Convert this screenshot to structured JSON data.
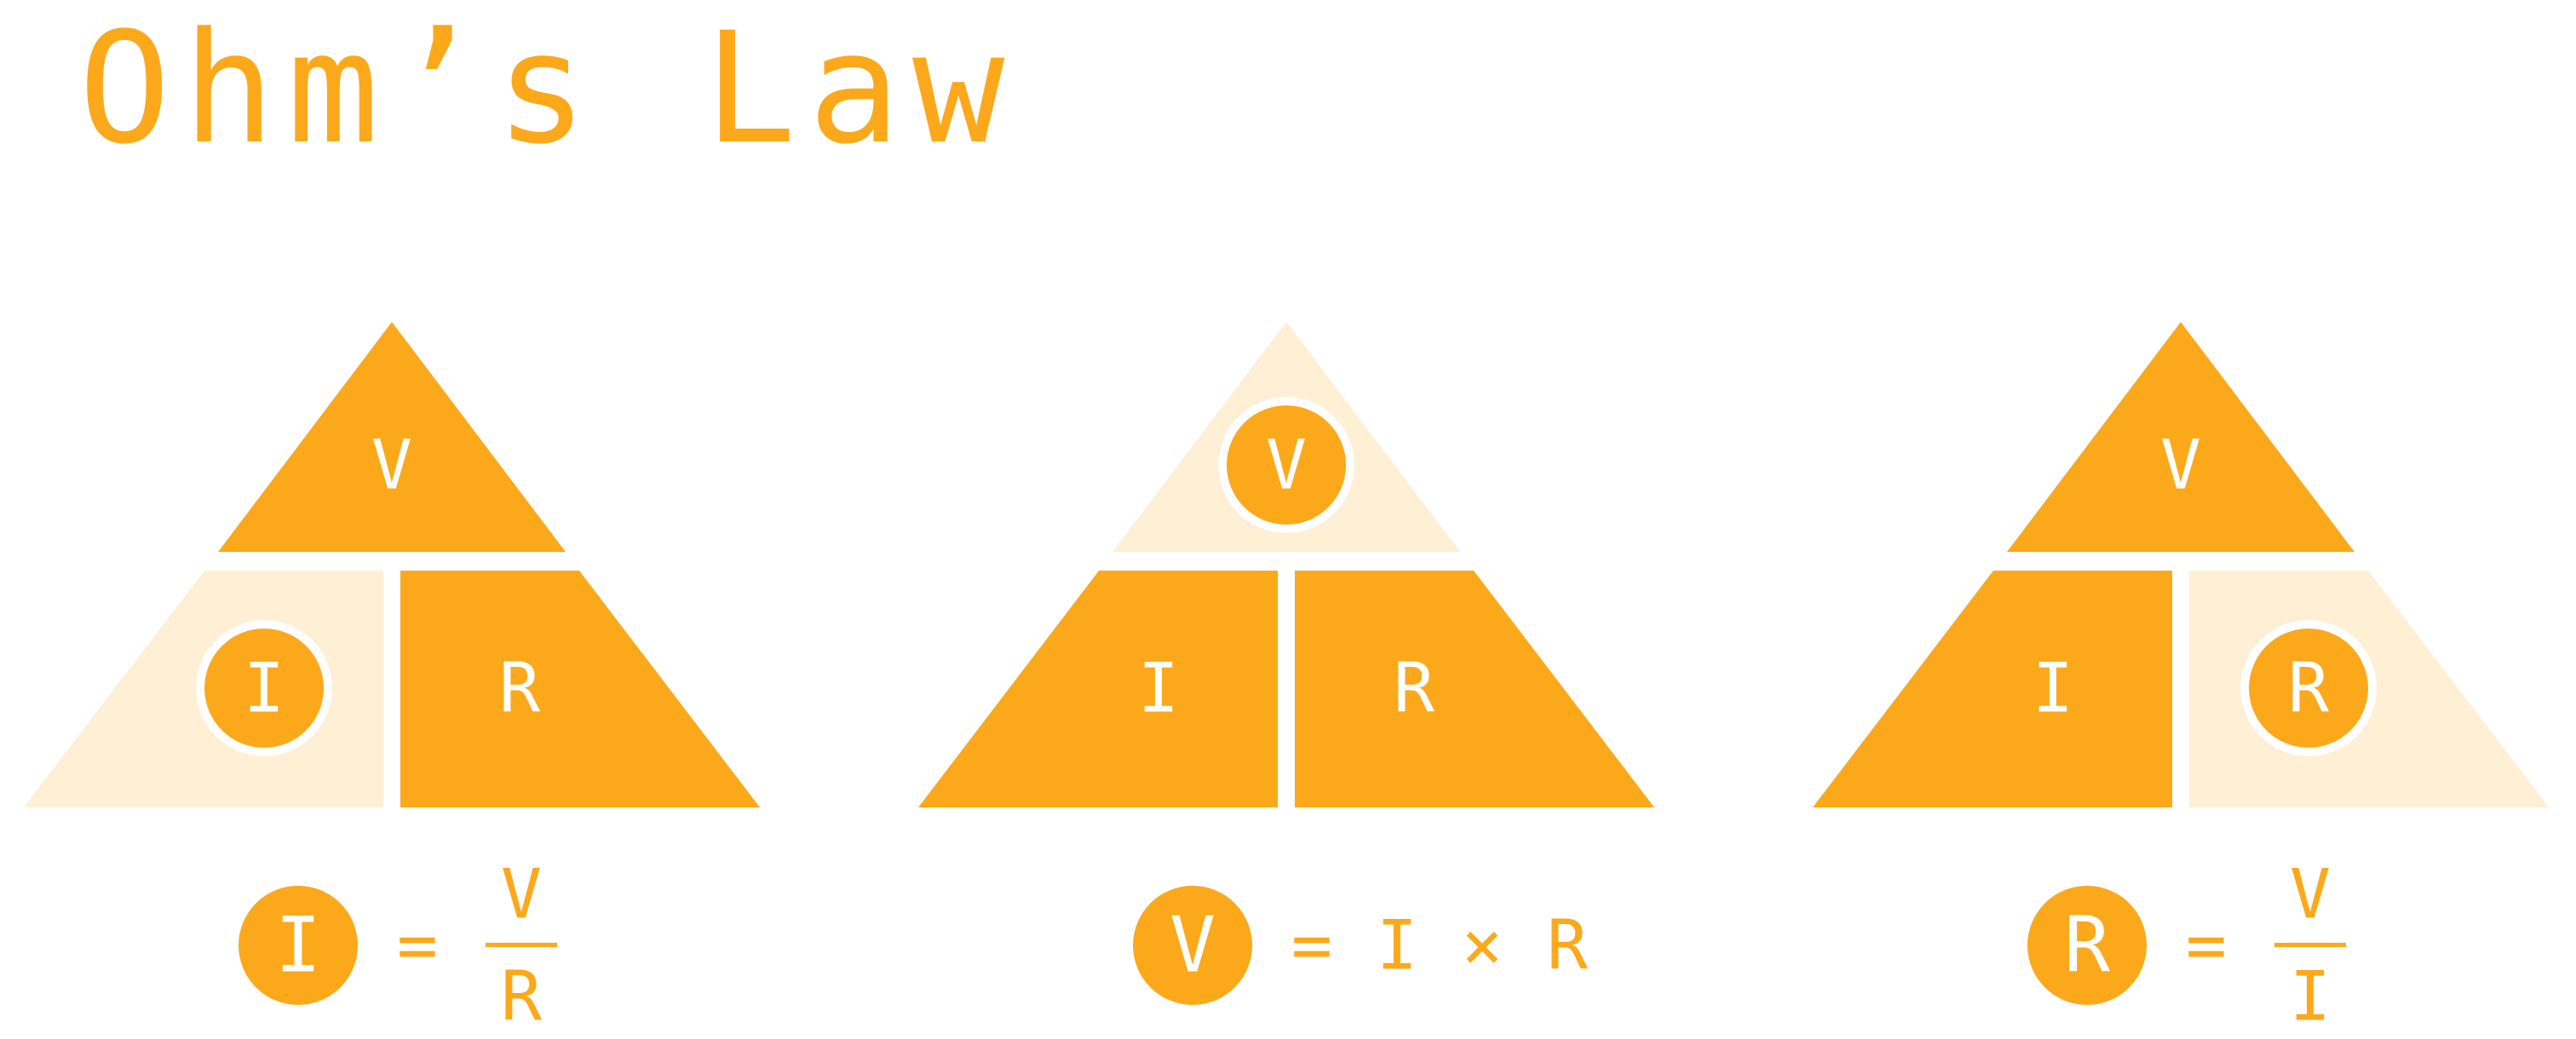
{
  "title": "Ohm’s Law",
  "colors": {
    "primary": "#fba91b",
    "highlight_bg": "#feefd5",
    "text_on_primary": "#ffffff"
  },
  "triangles": [
    {
      "highlighted": "I",
      "top": "V",
      "left": "I",
      "right": "R",
      "formula": {
        "subject": "I",
        "equals": "=",
        "type": "fraction",
        "numerator": "V",
        "denominator": "R"
      }
    },
    {
      "highlighted": "V",
      "top": "V",
      "left": "I",
      "right": "R",
      "formula": {
        "subject": "V",
        "equals": "=",
        "type": "product",
        "a": "I",
        "op": "×",
        "b": "R"
      }
    },
    {
      "highlighted": "R",
      "top": "V",
      "left": "I",
      "right": "R",
      "formula": {
        "subject": "R",
        "equals": "=",
        "type": "fraction",
        "numerator": "V",
        "denominator": "I"
      }
    }
  ]
}
